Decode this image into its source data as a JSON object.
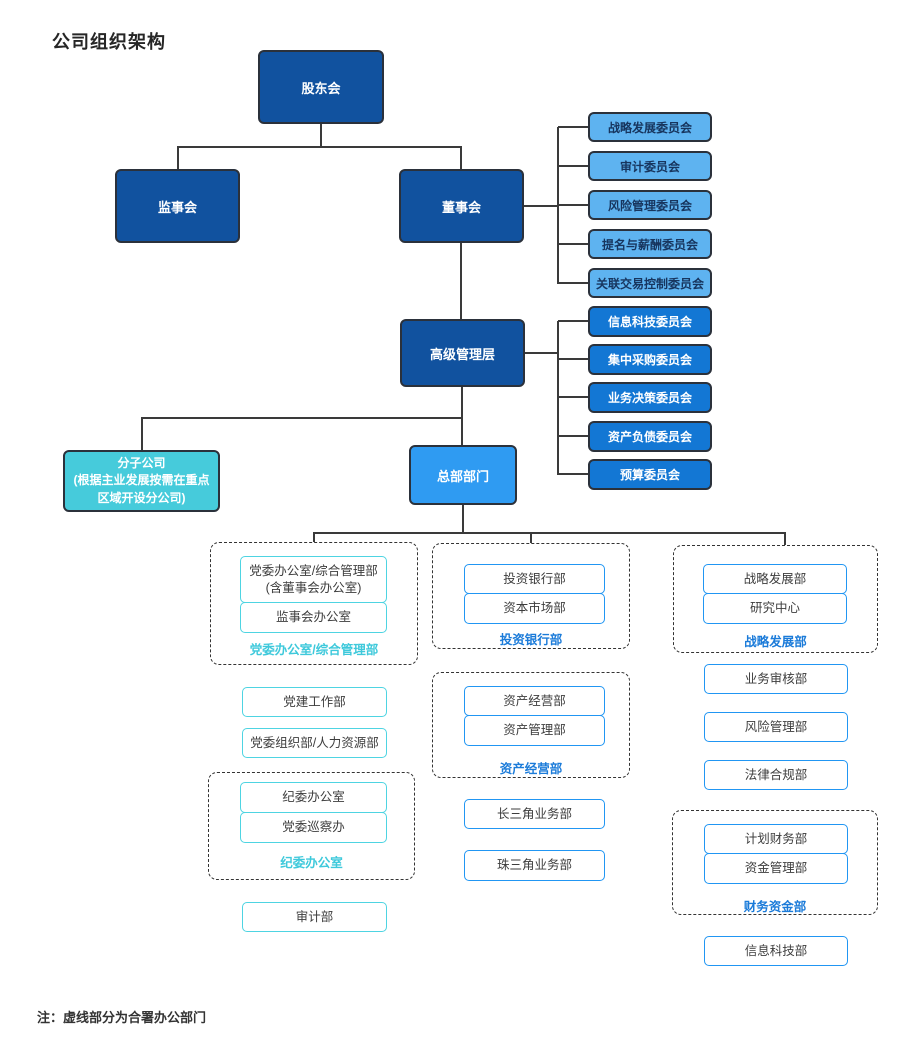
{
  "title": "公司组织架构",
  "note": "注：虚线部分为合署办公部门",
  "top": {
    "shareholders": "股东会",
    "supervisory": "监事会",
    "board": "董事会",
    "senior_mgmt": "高级管理层",
    "hq": "总部部门",
    "subsidiary_line1": "分子公司",
    "subsidiary_line2": "(根据主业发展按需在重点",
    "subsidiary_line3": "区域开设分公司)"
  },
  "board_committees": [
    "战略发展委员会",
    "审计委员会",
    "风险管理委员会",
    "提名与薪酬委员会",
    "关联交易控制委员会"
  ],
  "mgmt_committees": [
    "信息科技委员会",
    "集中采购委员会",
    "业务决策委员会",
    "资产负债委员会",
    "预算委员会"
  ],
  "left_column": {
    "group_party_office": {
      "item1_line1": "党委办公室/综合管理部",
      "item1_line2": "(含董事会办公室)",
      "item2": "监事会办公室",
      "label": "党委办公室/综合管理部"
    },
    "party_building": "党建工作部",
    "party_org_hr": "党委组织部/人力资源部",
    "group_discipline": {
      "item1": "纪委办公室",
      "item2": "党委巡察办",
      "label": "纪委办公室"
    },
    "audit": "审计部"
  },
  "middle_column": {
    "group_investment_banking": {
      "item1": "投资银行部",
      "item2": "资本市场部",
      "label": "投资银行部"
    },
    "group_asset_operation": {
      "item1": "资产经营部",
      "item2": "资产管理部",
      "label": "资产经营部"
    },
    "yangtze_delta": "长三角业务部",
    "pearl_delta": "珠三角业务部"
  },
  "right_column": {
    "group_strategy": {
      "item1": "战略发展部",
      "item2": "研究中心",
      "label": "战略发展部"
    },
    "business_review": "业务审核部",
    "risk_mgmt": "风险管理部",
    "legal_compliance": "法律合规部",
    "group_finance": {
      "item1": "计划财务部",
      "item2": "资金管理部",
      "label": "财务资金部"
    },
    "it_dept": "信息科技部"
  },
  "colors": {
    "navy_box": "#11529F",
    "light_blue_box": "#5EB3F0",
    "bright_blue_box": "#1377D4",
    "hq_blue_box": "#2F9BF2",
    "teal_box": "#46CBDB",
    "cyan_border": "#4ED4E2",
    "blue_border": "#2196F3",
    "cyan_label": "#3EC9DB",
    "blue_label": "#1B7BD9",
    "connector": "#3a3a3a",
    "white_box_text": "#3d3d3d",
    "committee_text_dark": "#17355E"
  }
}
